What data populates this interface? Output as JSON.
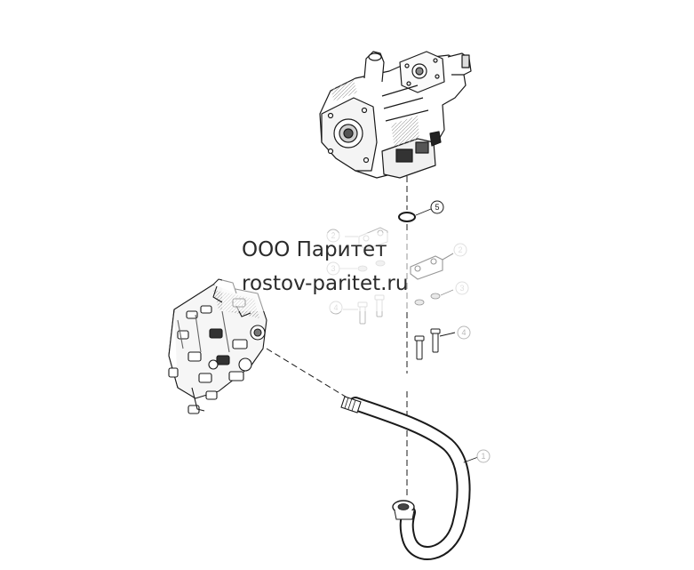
{
  "watermark": {
    "company": "ООО Паритет",
    "website": "rostov-paritet.ru"
  },
  "callouts": [
    {
      "id": "callout-5",
      "label": "5"
    },
    {
      "id": "callout-2-left",
      "label": "2"
    },
    {
      "id": "callout-2-right",
      "label": "2"
    },
    {
      "id": "callout-3-left",
      "label": "3"
    },
    {
      "id": "callout-3-right",
      "label": "3"
    },
    {
      "id": "callout-4-left",
      "label": "4"
    },
    {
      "id": "callout-4-right",
      "label": "4"
    },
    {
      "id": "callout-1",
      "label": "1"
    }
  ],
  "colors": {
    "line": "#1a1a1a",
    "faded": "#b8b8b8"
  }
}
